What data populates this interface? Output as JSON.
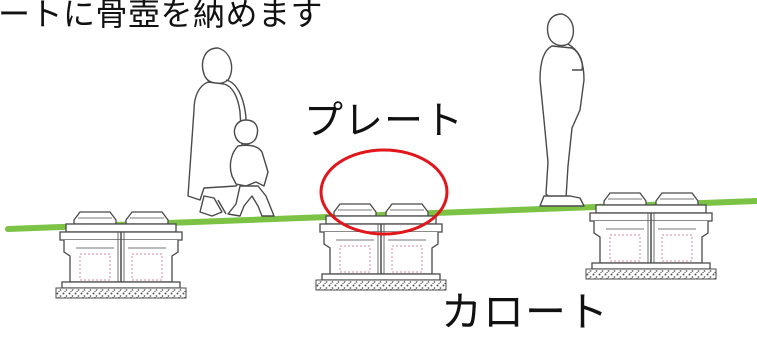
{
  "heading": "ートに骨壺を納めます",
  "labels": {
    "plate": "プレート",
    "karoto": "カロート"
  },
  "colors": {
    "ground_line": "#7cc244",
    "highlight_circle": "#e0161b",
    "line_art": "#4a4a4a",
    "urn_dashed": "#d98aa0"
  },
  "icons": {
    "person_mother": "mother-icon",
    "person_child": "child-icon",
    "person_phone": "person-on-phone-icon"
  }
}
